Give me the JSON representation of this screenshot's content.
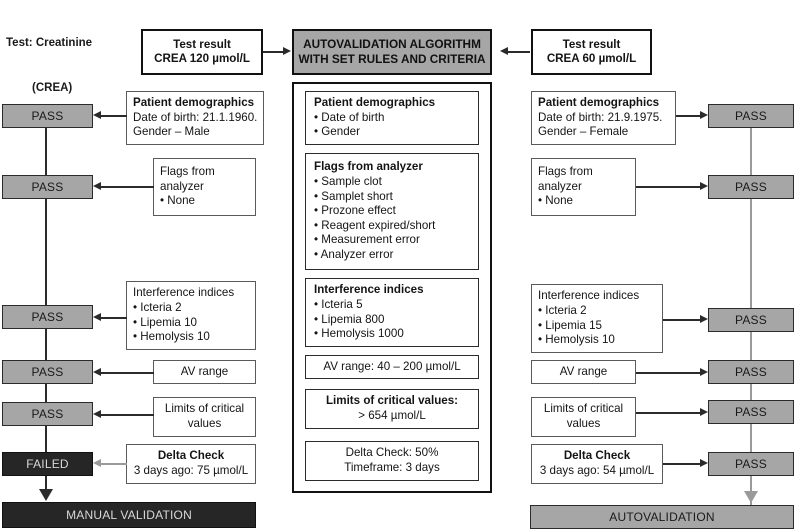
{
  "diagram": {
    "title_line1": "Test: Creatinine",
    "title_line2": "(CREA)"
  },
  "left_case": {
    "test_result": {
      "line1": "Test result",
      "line2": "CREA 120 µmol/L"
    },
    "criteria_boxes": [
      {
        "name": "patient-demographics",
        "lines": [
          "Patient demographics",
          "Date of birth: 21.1.1960.",
          "Gender – Male"
        ],
        "bold_first": true
      },
      {
        "name": "flags-from-analyzer",
        "lines": [
          "Flags from",
          "analyzer",
          "• None"
        ],
        "bold_first": false
      },
      {
        "name": "interference-indices",
        "lines": [
          "Interference indices",
          "• Icteria 2",
          "• Lipemia 10",
          "• Hemolysis 10"
        ],
        "bold_first": false
      },
      {
        "name": "av-range",
        "lines": [
          "AV range"
        ],
        "bold_first": false
      },
      {
        "name": "limits-of-critical-values",
        "lines": [
          "Limits of critical",
          "values"
        ],
        "bold_first": false
      },
      {
        "name": "delta-check",
        "lines": [
          "Delta Check",
          "3 days ago: 75 µmol/L"
        ],
        "bold_first": true
      }
    ],
    "results": [
      "PASS",
      "PASS",
      "PASS",
      "PASS",
      "PASS",
      "FAILED"
    ],
    "outcome": "MANUAL VALIDATION"
  },
  "algorithm": {
    "header_line1": "AUTOVALIDATION ALGORITHM",
    "header_line2": "WITH SET RULES AND CRITERIA",
    "rules": [
      {
        "name": "patient-demographics-rule",
        "lines": [
          "Patient demographics",
          "• Date of birth",
          "• Gender"
        ]
      },
      {
        "name": "flags-from-analyzer-rule",
        "lines": [
          "Flags from analyzer",
          "• Sample clot",
          "• Samplet short",
          "• Prozone effect",
          "• Reagent expired/short",
          "• Measurement error",
          "• Analyzer error"
        ]
      },
      {
        "name": "interference-indices-rule",
        "lines": [
          "Interference indices",
          "• Icteria 5",
          "• Lipemia 800",
          "• Hemolysis 1000"
        ]
      },
      {
        "name": "av-range-rule",
        "lines": [
          "AV range: 40 – 200 µmol/L"
        ],
        "centered": true
      },
      {
        "name": "limits-of-critical-values-rule",
        "lines": [
          "Limits of critical values:",
          "> 654 µmol/L"
        ],
        "centered": true
      },
      {
        "name": "delta-check-rule",
        "lines": [
          "Delta Check: 50%",
          "Timeframe: 3 days"
        ],
        "centered": true
      }
    ]
  },
  "right_case": {
    "test_result": {
      "line1": "Test result",
      "line2": "CREA 60 µmol/L"
    },
    "criteria_boxes": [
      {
        "name": "patient-demographics",
        "lines": [
          "Patient demographics",
          "Date of birth: 21.9.1975.",
          "Gender – Female"
        ],
        "bold_first": true
      },
      {
        "name": "flags-from-analyzer",
        "lines": [
          "Flags from",
          "analyzer",
          "• None"
        ],
        "bold_first": false
      },
      {
        "name": "interference-indices",
        "lines": [
          "Interference indices",
          "• Icteria 2",
          "• Lipemia 15",
          "• Hemolysis 10"
        ],
        "bold_first": false
      },
      {
        "name": "av-range",
        "lines": [
          "AV range"
        ],
        "bold_first": false
      },
      {
        "name": "limits-of-critical-values",
        "lines": [
          "Limits of critical",
          "values"
        ],
        "bold_first": false
      },
      {
        "name": "delta-check",
        "lines": [
          "Delta Check",
          "3 days ago: 54 µmol/L"
        ],
        "bold_first": true
      }
    ],
    "results": [
      "PASS",
      "PASS",
      "PASS",
      "PASS",
      "PASS",
      "PASS"
    ],
    "outcome": "AUTOVALIDATION"
  },
  "colors": {
    "gray_fill": "#a6a6a6",
    "black_fill": "#262626",
    "stroke_dark": "#111111",
    "stroke_mid": "#2b2b2b",
    "stroke_light": "#9a9a9a"
  }
}
